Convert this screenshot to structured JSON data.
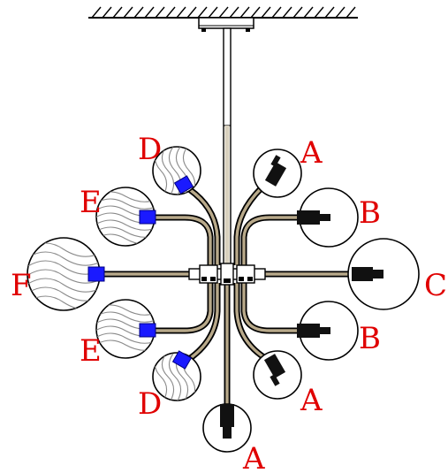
{
  "labels": {
    "a_top_right": "A",
    "b_upper_right": "B",
    "c_right": "C",
    "b_lower_right": "B",
    "a_lower_right": "A",
    "a_bottom": "A",
    "d_upper_left": "D",
    "e_upper_left": "E",
    "f_left": "F",
    "e_lower_left": "E",
    "d_lower_left": "D"
  },
  "colors": {
    "label": "#e00000",
    "clear_socket": "#111111",
    "frosted_socket": "#1a1aff",
    "arm_core": "#b8a98a"
  }
}
